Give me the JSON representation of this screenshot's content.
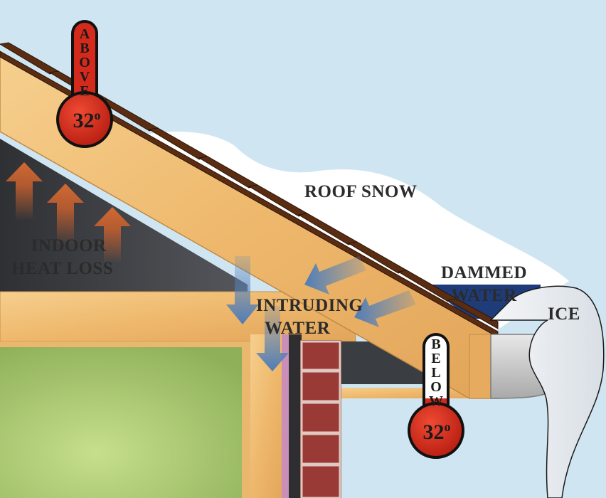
{
  "labels": {
    "roof_snow": "ROOF SNOW",
    "indoor_heat_loss_line1": "INDOOR",
    "indoor_heat_loss_line2": "HEAT LOSS",
    "dammed": "DAMMED",
    "water": "WATER",
    "ice": "ICE",
    "intruding_line1": "INTRUDING",
    "intruding_line2": "WATER"
  },
  "thermometers": {
    "above": {
      "word": "ABOVE",
      "letters": [
        "A",
        "B",
        "O",
        "V",
        "E"
      ],
      "temp": "32",
      "degree": "o"
    },
    "below": {
      "word": "BELOW",
      "letters": [
        "B",
        "E",
        "L",
        "O",
        "W"
      ],
      "temp": "32",
      "degree": "o"
    }
  },
  "colors": {
    "sky": "#cfe6f2",
    "snow": "#ffffff",
    "wood": "#f2c07a",
    "attic": "#3a3c40",
    "dammed_water": "#1f3c7a",
    "heat_arrow": "#c8602e",
    "water_arrow": "#5b84b8",
    "thermometer_red": "#d42a1c"
  }
}
